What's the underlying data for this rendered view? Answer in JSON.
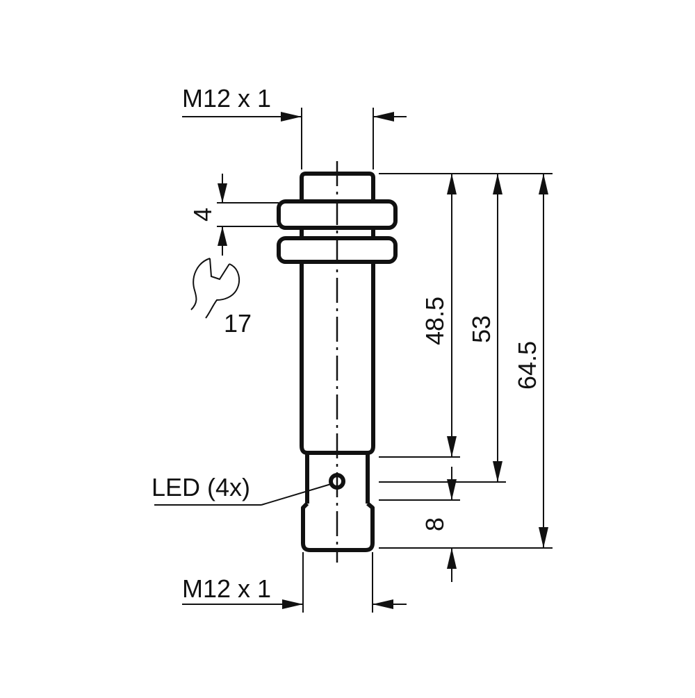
{
  "labels": {
    "thread_top": "M12 x 1",
    "thread_bottom": "M12 x 1",
    "nut_thickness": "4",
    "wrench_size": "17",
    "led": "LED (4x)",
    "dim_48_5": "48.5",
    "dim_53": "53",
    "dim_64_5": "64.5",
    "dim_8": "8"
  },
  "icons": {
    "wrench": "wrench-icon"
  }
}
